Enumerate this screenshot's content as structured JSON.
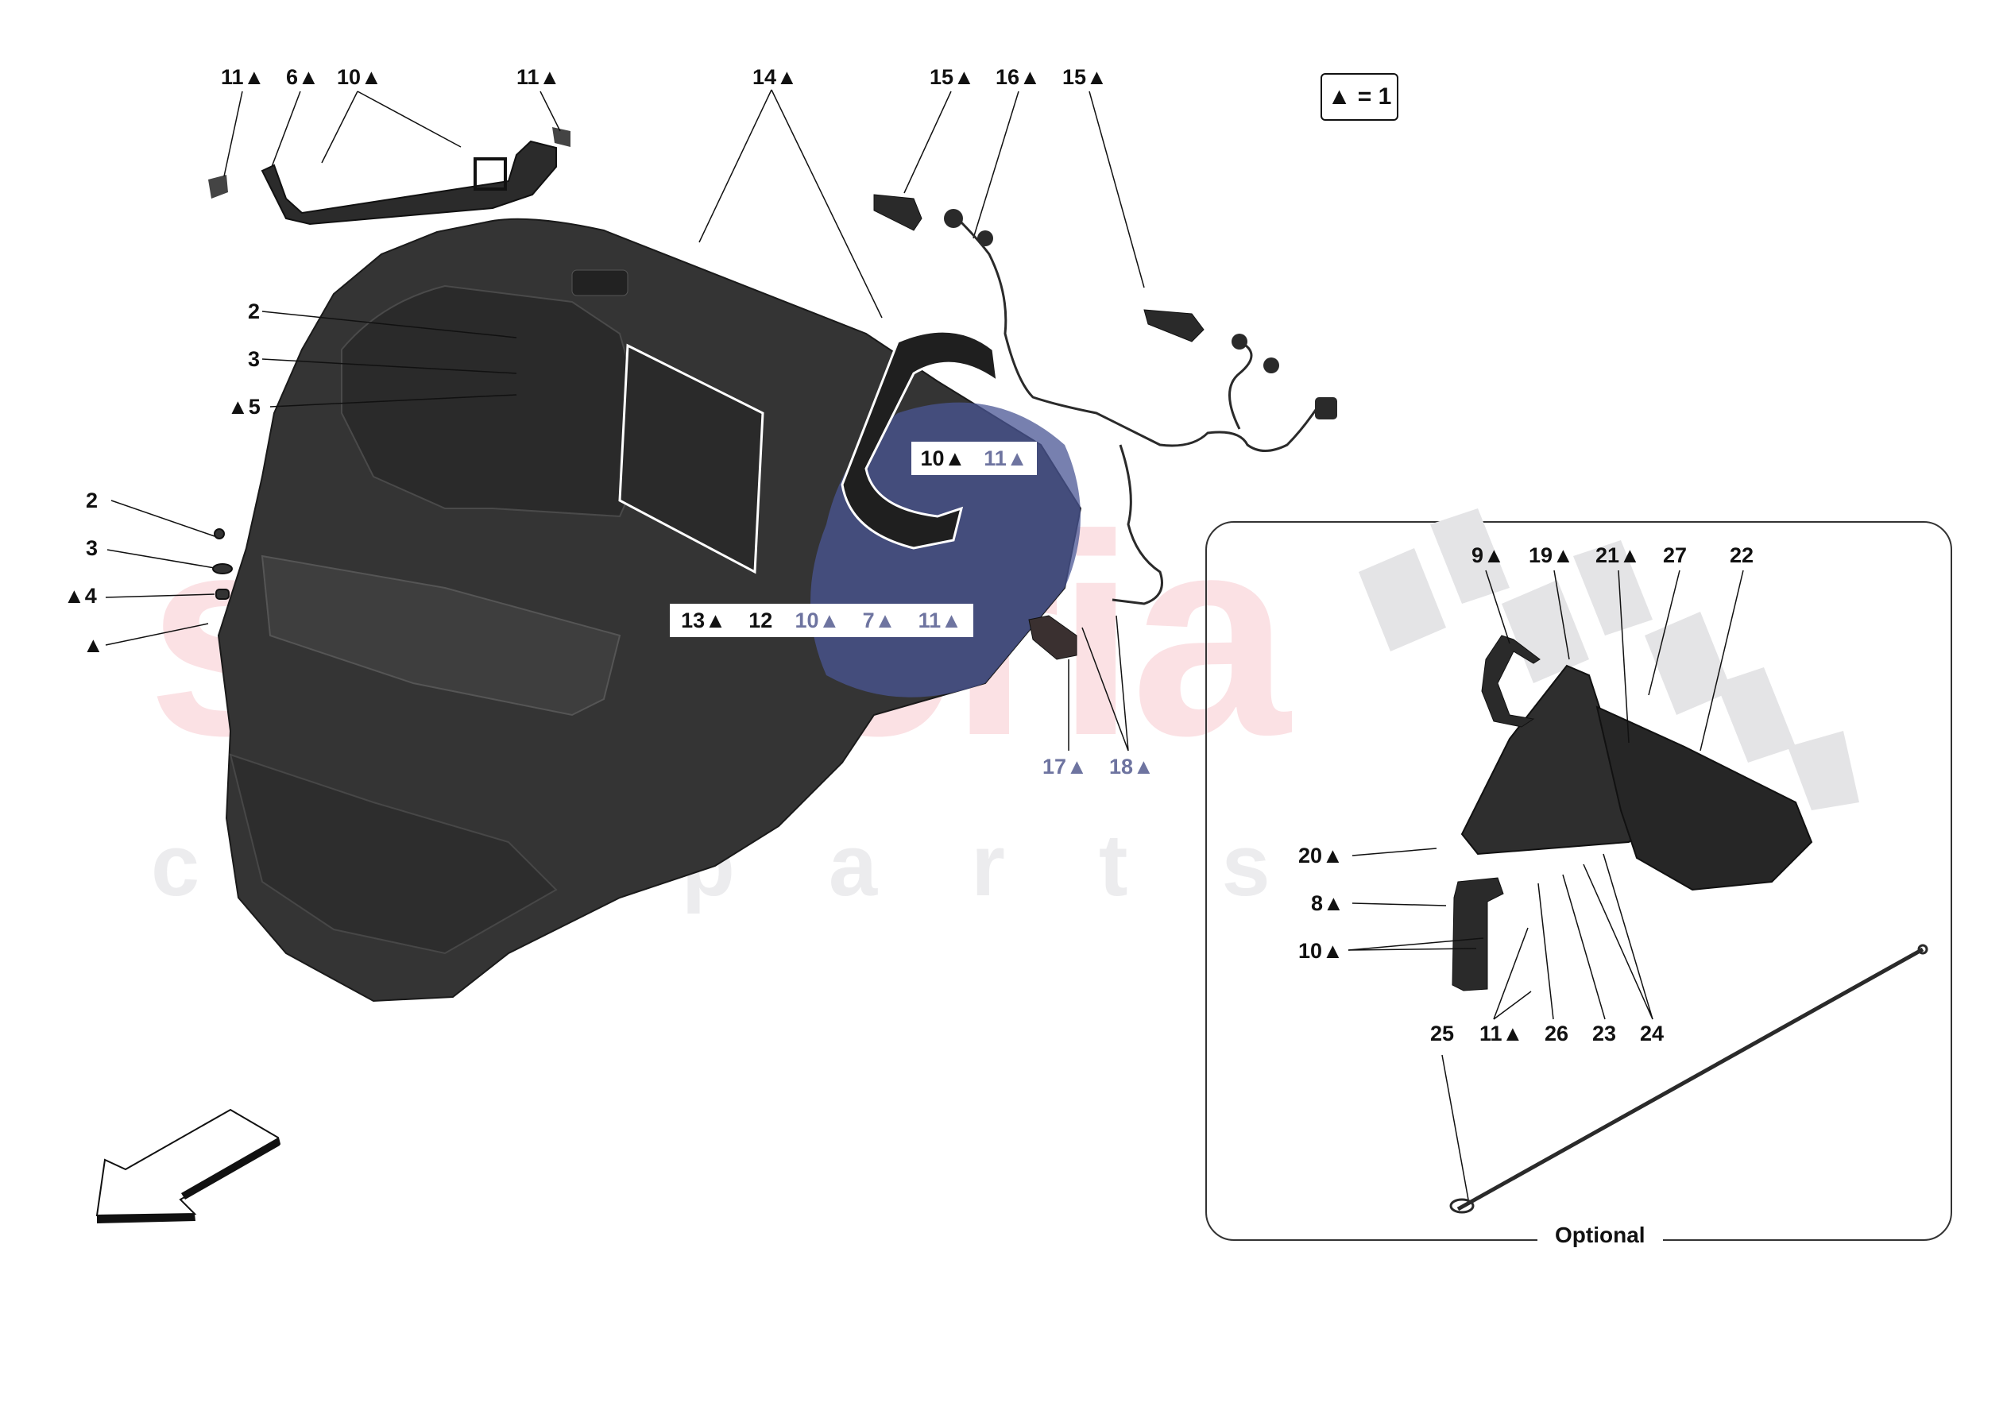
{
  "diagram": {
    "title": "Luggage compartment / spare wheel well exploded parts diagram",
    "legend": {
      "symbol": "▲",
      "text": "▲ = 1"
    },
    "watermark": {
      "main": "scuderia",
      "sub": "car parts",
      "color_main": "#eb7882",
      "color_sub": "#c8c8cd"
    },
    "orientation_arrow": {
      "direction": "down-left",
      "name": "vehicle-front-direction-arrow"
    },
    "top_labels": [
      {
        "id": "11",
        "text": "11▲"
      },
      {
        "id": "6",
        "text": "6▲"
      },
      {
        "id": "10",
        "text": "10▲"
      },
      {
        "id": "11b",
        "text": "11▲"
      },
      {
        "id": "14",
        "text": "14▲"
      },
      {
        "id": "15",
        "text": "15▲"
      },
      {
        "id": "16",
        "text": "16▲"
      },
      {
        "id": "15b",
        "text": "15▲"
      }
    ],
    "left_labels_upper": [
      {
        "id": "2",
        "text": "2"
      },
      {
        "id": "3",
        "text": "3"
      },
      {
        "id": "5",
        "text": "▲5"
      }
    ],
    "left_labels_lower": [
      {
        "id": "2",
        "text": "2"
      },
      {
        "id": "3",
        "text": "3"
      },
      {
        "id": "4",
        "text": "▲4"
      },
      {
        "id": "blank",
        "text": "▲"
      }
    ],
    "center_box_upper": [
      {
        "id": "10",
        "text": "10▲"
      },
      {
        "id": "11",
        "text": "11▲"
      }
    ],
    "center_box_lower": [
      {
        "id": "13",
        "text": "13▲"
      },
      {
        "id": "12",
        "text": "12"
      },
      {
        "id": "10",
        "text": "10▲"
      },
      {
        "id": "7",
        "text": "7▲"
      },
      {
        "id": "11",
        "text": "11▲"
      }
    ],
    "right_labels": [
      {
        "id": "17",
        "text": "17▲"
      },
      {
        "id": "18",
        "text": "18▲"
      }
    ],
    "inset": {
      "caption": "Optional",
      "top_labels": [
        {
          "id": "9",
          "text": "9▲"
        },
        {
          "id": "19",
          "text": "19▲"
        },
        {
          "id": "21",
          "text": "21▲"
        },
        {
          "id": "27",
          "text": "27"
        },
        {
          "id": "22",
          "text": "22"
        }
      ],
      "left_labels": [
        {
          "id": "20",
          "text": "20▲"
        },
        {
          "id": "8",
          "text": "8▲"
        },
        {
          "id": "10",
          "text": "10▲"
        }
      ],
      "bottom_labels": [
        {
          "id": "25",
          "text": "25"
        },
        {
          "id": "11",
          "text": "11▲"
        },
        {
          "id": "26",
          "text": "26"
        },
        {
          "id": "23",
          "text": "23"
        },
        {
          "id": "24",
          "text": "24"
        }
      ]
    }
  }
}
